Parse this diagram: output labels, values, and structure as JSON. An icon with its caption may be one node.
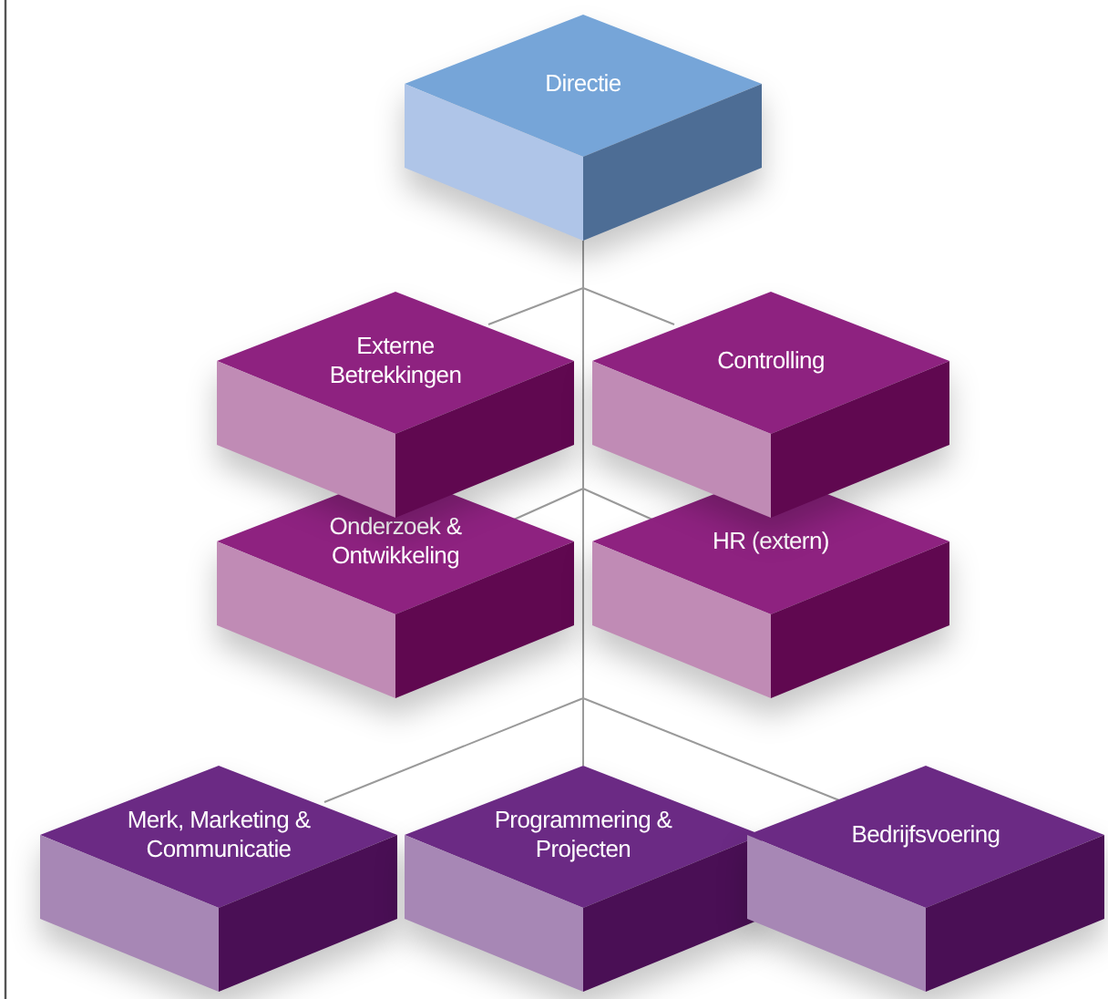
{
  "diagram": {
    "nodes": [
      {
        "text": [
          "Directie"
        ]
      },
      {
        "text": [
          "Externe Betrekkingen"
        ]
      },
      {
        "text": [
          "Controlling"
        ]
      },
      {
        "text": [
          "Onderzoek & Ontwikkeling"
        ]
      },
      {
        "text": [
          "HR (extern)"
        ]
      },
      {
        "text": [
          "Merk, Marketing & Communicatie"
        ]
      },
      {
        "text": [
          "Programmering & Projecten"
        ]
      },
      {
        "text": [
          "Bedrijfsvoering"
        ]
      }
    ],
    "edges": [
      {
        "from": 0,
        "to": 1,
        "arrow": "none"
      },
      {
        "from": 0,
        "to": 2,
        "arrow": "none"
      },
      {
        "from": 0,
        "to": 3,
        "arrow": "none"
      },
      {
        "from": 0,
        "to": 4,
        "arrow": "none"
      },
      {
        "from": 0,
        "to": 5,
        "arrow": "none"
      },
      {
        "from": 0,
        "to": 6,
        "arrow": "none"
      },
      {
        "from": 0,
        "to": 7,
        "arrow": "none"
      }
    ]
  }
}
